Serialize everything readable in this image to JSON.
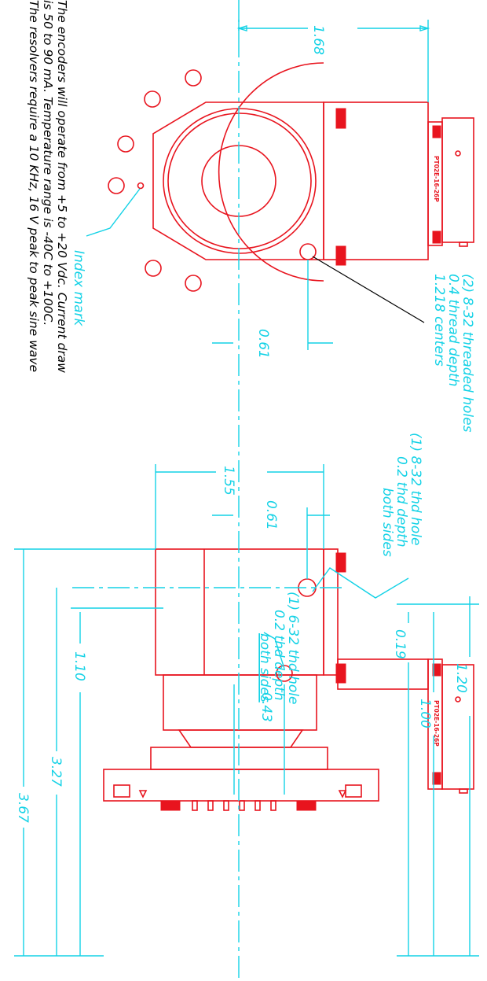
{
  "colors": {
    "outline": "#e8141e",
    "dimension": "#14d2e6",
    "note": "#000000"
  },
  "dimensions": {
    "top_width": "1.68",
    "top_offset": "0.61",
    "side_width": "1.55",
    "side_offset": "0.61",
    "total_length": "3.67",
    "body_length": "3.27",
    "shaft_length": "1.10",
    "hole_offset": "0.43",
    "conn_offset_a": "0.19",
    "conn_offset_b": "1.00",
    "conn_offset_c": "1.20"
  },
  "callouts": {
    "threaded_holes": [
      "(2) 8-32 threaded holes",
      "0.4 thread depth",
      "1.218 centers"
    ],
    "index_mark": "Index mark",
    "hole_8_32": [
      "(1) 8-32 thd hole",
      "0.2 thd depth",
      "both sides"
    ],
    "hole_6_32": [
      "(1) 6-32 thd hole",
      "0.2 thd depth",
      "both sides"
    ]
  },
  "connector": {
    "part_top": "PT02E-16-26P",
    "part_side": "PT02E-16-26P"
  },
  "notes": [
    "The encoders will operate from +5 to +20 Vdc. Current draw",
    "is 50 to 90 mA. Temperature range is -40C to +100C.",
    "The resolvers require a 10 KHz, 16 V peak to peak sine wave"
  ]
}
